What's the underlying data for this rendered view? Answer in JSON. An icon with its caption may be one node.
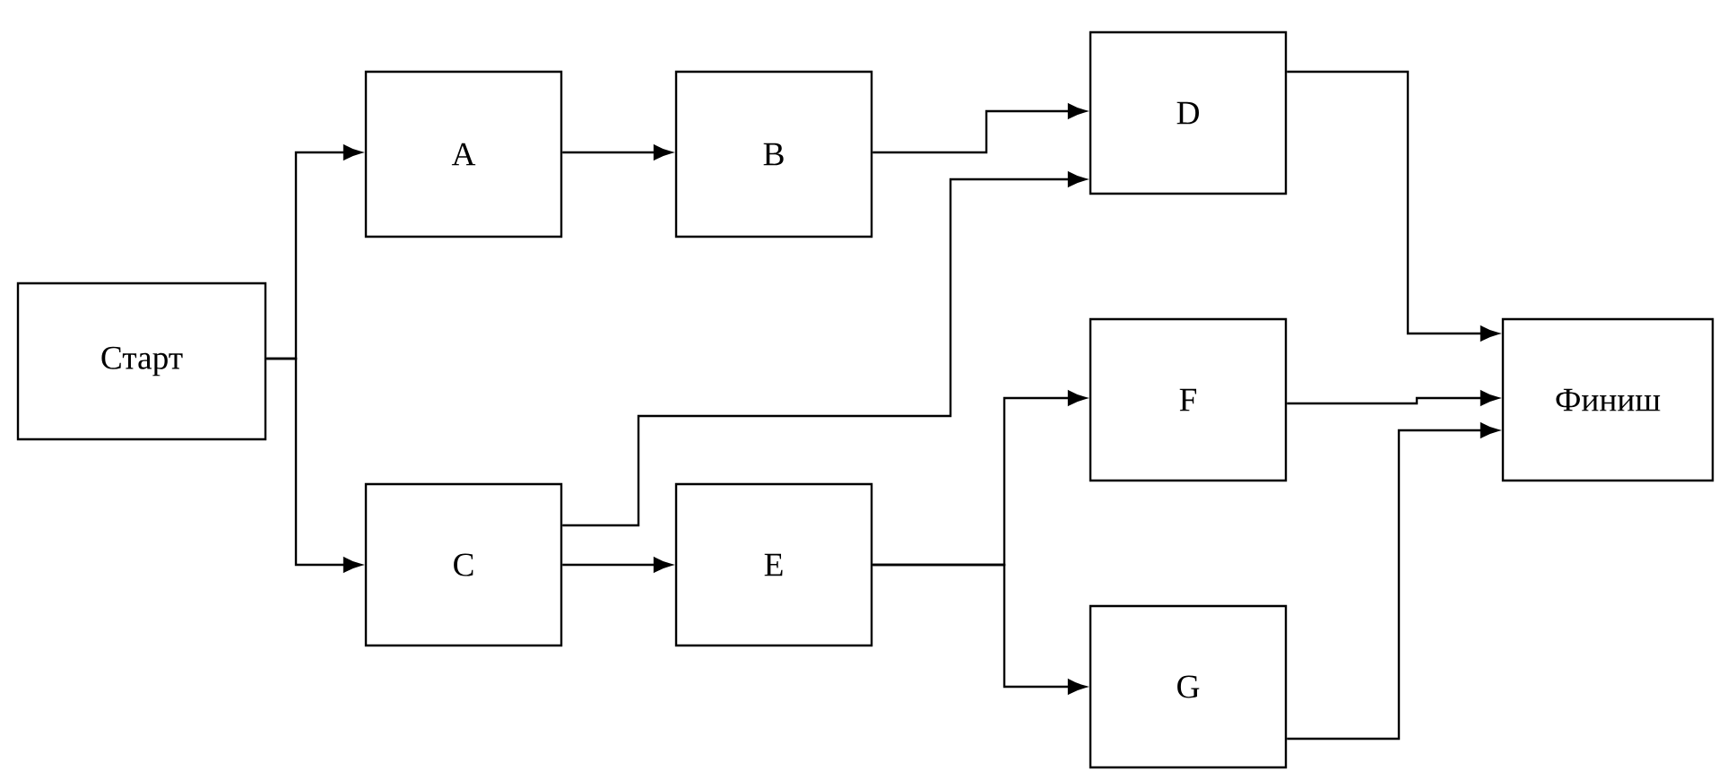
{
  "diagram": {
    "nodes": [
      {
        "text": [
          "Старт"
        ]
      },
      {
        "text": [
          "A"
        ]
      },
      {
        "text": [
          "B"
        ]
      },
      {
        "text": [
          "D"
        ]
      },
      {
        "text": [
          "C"
        ]
      },
      {
        "text": [
          "E"
        ]
      },
      {
        "text": [
          "F"
        ]
      },
      {
        "text": [
          "G"
        ]
      },
      {
        "text": [
          "Финиш"
        ]
      }
    ],
    "edges": [
      {
        "from": 0,
        "to": 1,
        "arrow": "to"
      },
      {
        "from": 0,
        "to": 4,
        "arrow": "to"
      },
      {
        "from": 1,
        "to": 2,
        "arrow": "to"
      },
      {
        "from": 2,
        "to": 3,
        "arrow": "to"
      },
      {
        "from": 4,
        "to": 3,
        "arrow": "to"
      },
      {
        "from": 4,
        "to": 5,
        "arrow": "to"
      },
      {
        "from": 5,
        "to": 6,
        "arrow": "to"
      },
      {
        "from": 5,
        "to": 7,
        "arrow": "to"
      },
      {
        "from": 3,
        "to": 8,
        "arrow": "to"
      },
      {
        "from": 6,
        "to": 8,
        "arrow": "to"
      },
      {
        "from": 7,
        "to": 8,
        "arrow": "to"
      }
    ]
  }
}
